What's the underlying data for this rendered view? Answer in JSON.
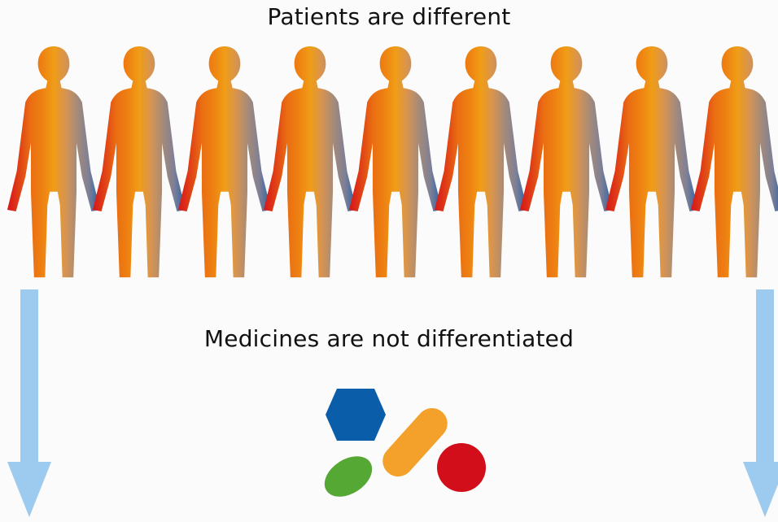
{
  "header": {
    "patients_text": "Patients are different"
  },
  "middle": {
    "medicines_text": "Medicines are not differentiated"
  },
  "figure": {
    "people_count": 9,
    "people_colors": [
      "#d6151a",
      "#df3f16",
      "#ea6d12",
      "#ee8112",
      "#f09d16",
      "#d89450",
      "#a68b78",
      "#7f8096",
      "#2562a7"
    ],
    "arrow_color": "#9ccbef",
    "shapes": {
      "hexagon_color": "#0a5da8",
      "capsule_color": "#f3a12a",
      "oval_color": "#56a834",
      "circle_color": "#d10e19"
    }
  }
}
